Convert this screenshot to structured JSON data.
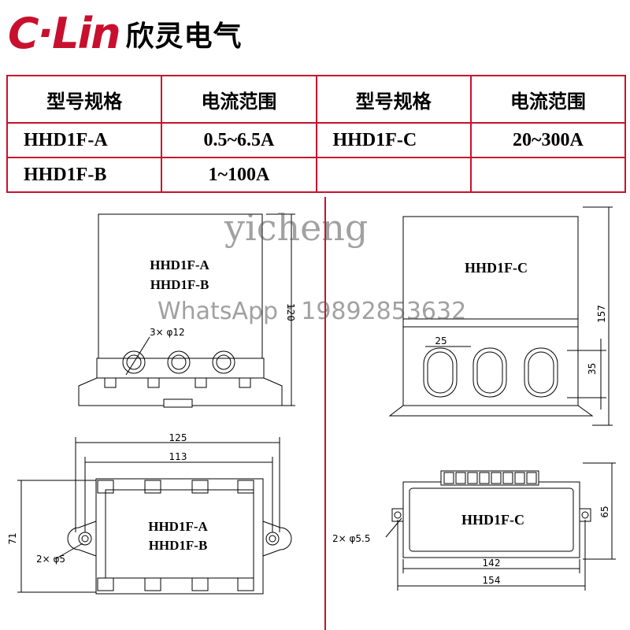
{
  "logo": {
    "mark": "C·Lin",
    "name_cn": "欣灵电气"
  },
  "spec_table": {
    "headers": [
      "型号规格",
      "电流范围",
      "型号规格",
      "电流范围"
    ],
    "rows": [
      [
        "HHD1F-A",
        "0.5~6.5A",
        "HHD1F-C",
        "20~300A"
      ],
      [
        "HHD1F-B",
        "1~100A",
        "",
        ""
      ]
    ]
  },
  "front_ab": {
    "label1": "HHD1F-A",
    "label2": "HHD1F-B",
    "holes": "3× φ12",
    "height": "120"
  },
  "front_c": {
    "label": "HHD1F-C",
    "dim_25": "25",
    "dim_35": "35",
    "height": "157"
  },
  "top_ab": {
    "label1": "HHD1F-A",
    "label2": "HHD1F-B",
    "width_outer": "125",
    "width_inner": "113",
    "height": "71",
    "holes": "2× φ5"
  },
  "top_c": {
    "label": "HHD1F-C",
    "width_inner": "142",
    "width_outer": "154",
    "height": "65",
    "holes": "2× φ5.5"
  },
  "watermark": {
    "brand": "yicheng",
    "contact": "WhatsApp : 19892853632"
  },
  "colors": {
    "table_border": "#c8102e",
    "logo_red": "#c8102e",
    "divider": "#c8102e"
  }
}
